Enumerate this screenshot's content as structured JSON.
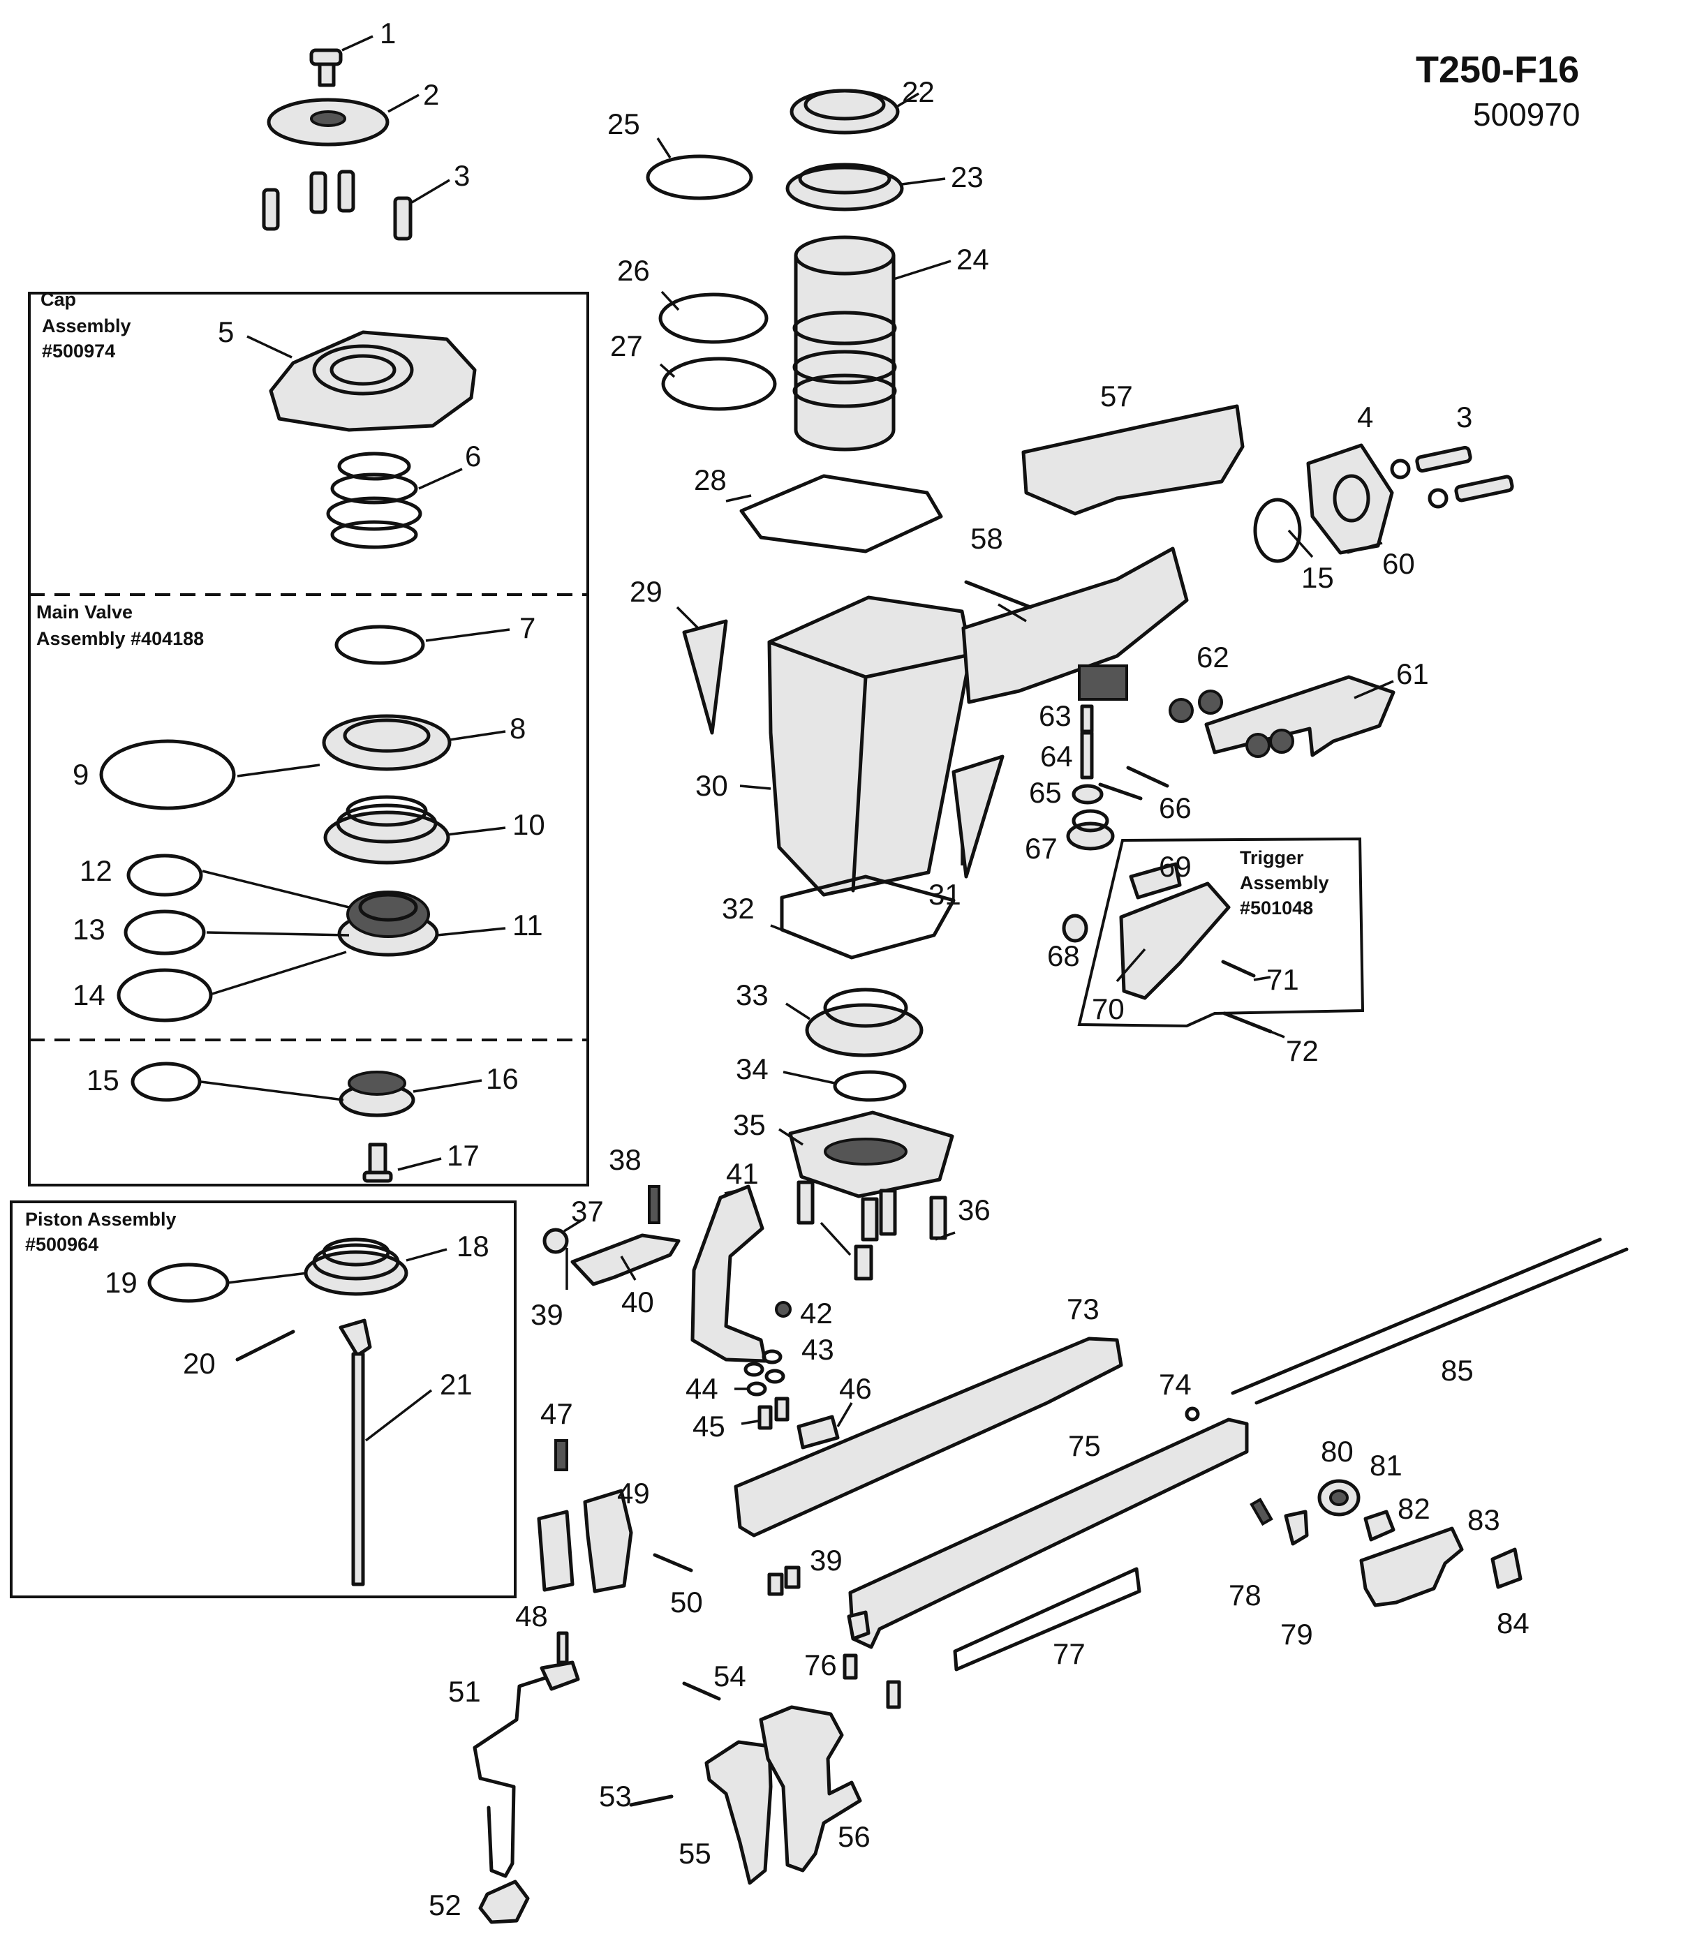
{
  "header": {
    "model": "T250-F16",
    "part_number": "500970"
  },
  "assemblies": {
    "cap": [
      "Cap",
      "Assembly",
      "#500974"
    ],
    "main_valve": [
      "Main Valve",
      "Assembly #404188"
    ],
    "piston": [
      "Piston Assembly",
      "#500964"
    ],
    "trigger": [
      "Trigger",
      "Assembly",
      "#501048"
    ]
  },
  "callouts": [
    "1",
    "2",
    "3",
    "3",
    "4",
    "5",
    "6",
    "7",
    "8",
    "9",
    "10",
    "11",
    "12",
    "13",
    "14",
    "15",
    "15",
    "16",
    "17",
    "18",
    "19",
    "20",
    "21",
    "22",
    "23",
    "24",
    "25",
    "26",
    "27",
    "28",
    "29",
    "30",
    "31",
    "32",
    "33",
    "34",
    "35",
    "36",
    "37",
    "38",
    "39",
    "39",
    "40",
    "41",
    "42",
    "43",
    "44",
    "45",
    "46",
    "47",
    "48",
    "49",
    "50",
    "51",
    "52",
    "53",
    "54",
    "55",
    "56",
    "57",
    "58",
    "60",
    "61",
    "62",
    "63",
    "64",
    "65",
    "66",
    "67",
    "68",
    "69",
    "70",
    "71",
    "72",
    "73",
    "74",
    "75",
    "76",
    "77",
    "78",
    "79",
    "80",
    "81",
    "82",
    "83",
    "84",
    "85"
  ]
}
